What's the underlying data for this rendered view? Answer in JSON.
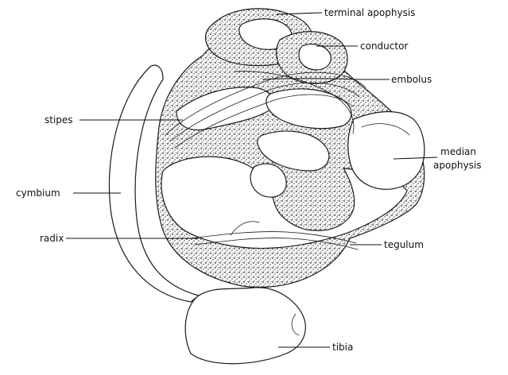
{
  "labels": {
    "terminal_apophysis": "terminal apophysis",
    "conductor": "conductor",
    "embolus": "embolus",
    "stipes": "stipes",
    "median_line1": "median",
    "median_line2": "apophysis",
    "cymbium": "cymbium",
    "radix": "radix",
    "tegulum": "tegulum",
    "tibia": "tibia"
  },
  "colors": {
    "ink": "#111111",
    "paper": "#ffffff"
  }
}
